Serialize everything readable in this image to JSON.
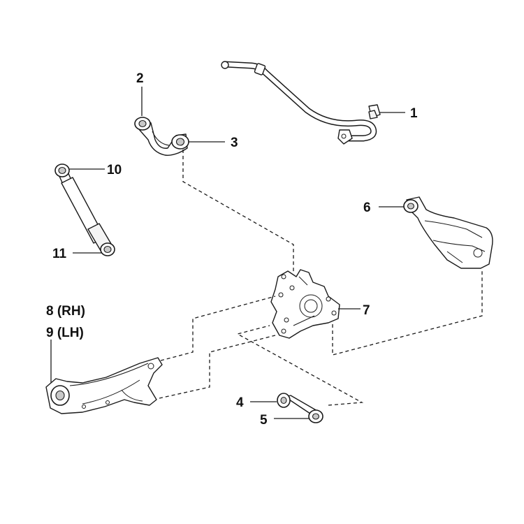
{
  "diagram": {
    "callouts": {
      "c1": "1",
      "c2": "2",
      "c3": "3",
      "c4": "4",
      "c5": "5",
      "c6": "6",
      "c7": "7",
      "c8": "8 (RH)",
      "c9": "9 (LH)",
      "c10": "10",
      "c11": "11"
    },
    "parts": [
      "stabilizer-bar",
      "stabilizer-bushing",
      "upper-control-arm",
      "shock-absorber",
      "trailing-arm",
      "rear-axle-carrier",
      "lower-control-arm",
      "toe-control-link"
    ]
  }
}
